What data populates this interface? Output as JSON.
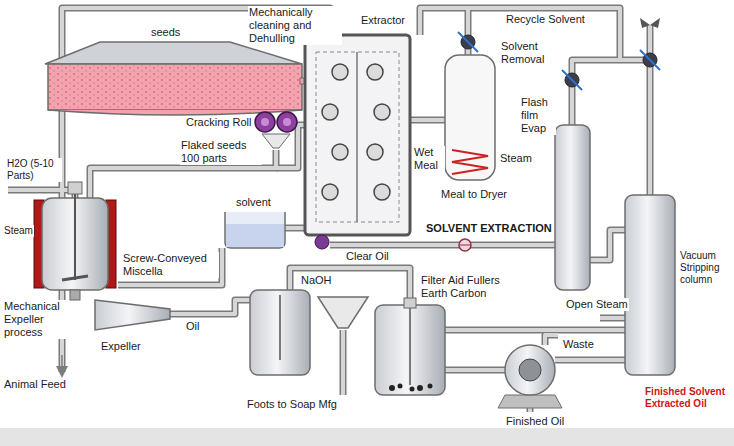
{
  "diagram": {
    "labels": [
      "seeds",
      "Mechanically cleaning and Dehulling",
      "Cracking Roll",
      "Flaked seeds 100 parts",
      "H2O (5-10 Parts)",
      "Steam",
      "solvent",
      "Extractor",
      "Recycle Solvent",
      "Solvent Removal",
      "Steam",
      "Wet Meal",
      "Meal to Dryer",
      "SOLVENT EXTRACTION",
      "Flash film Evap",
      "Screw-Conveyed Miscella",
      "Mechanical Expeller process",
      "Expeller",
      "Oil",
      "Animal Feed",
      "NaOH",
      "Clear Oil",
      "Filter Aid Fullers Earth Carbon",
      "Foots to Soap Mfg",
      "Open Steam",
      "Waste",
      "Vacuum Stripping column",
      "Finished Solvent Extracted Oil",
      "Finished Oil"
    ]
  }
}
